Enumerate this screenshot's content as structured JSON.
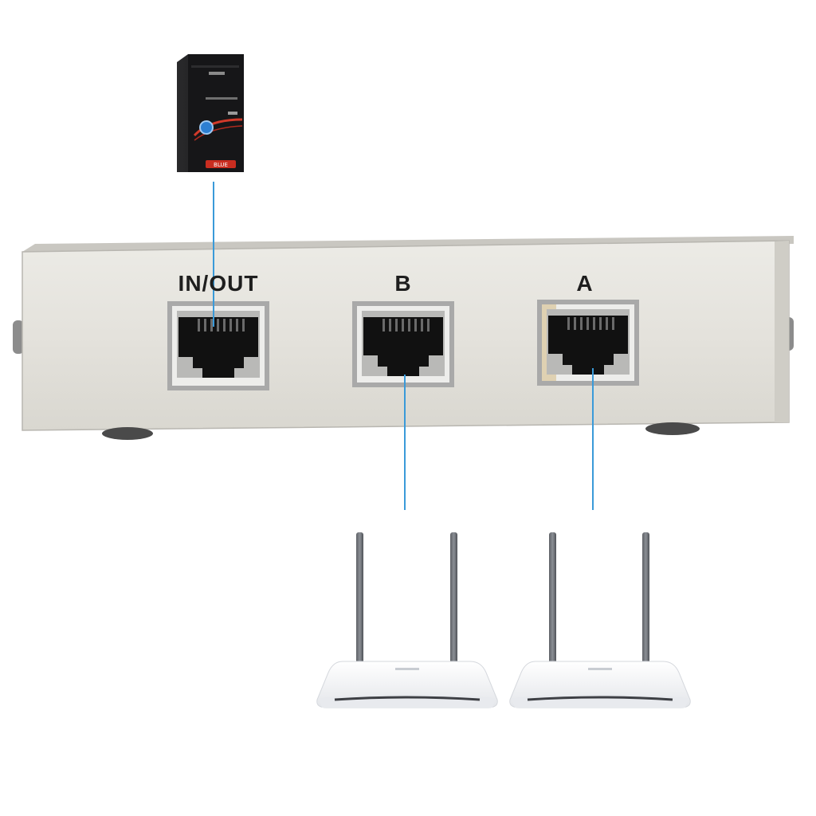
{
  "switch_box": {
    "ports": [
      {
        "label": "IN/OUT",
        "connected_to": "computer"
      },
      {
        "label": "B",
        "connected_to": "router-left"
      },
      {
        "label": "A",
        "connected_to": "router-right"
      }
    ]
  },
  "computer": {
    "badge_text": "BLUE"
  },
  "colors": {
    "cable": "#3a9ad9",
    "box_face": "#e6e4de",
    "computer_body": "#1b1b1d",
    "computer_accent": "#d23a2a",
    "router_body": "#f2f3f5",
    "port_housing": "#a9a9a9"
  }
}
